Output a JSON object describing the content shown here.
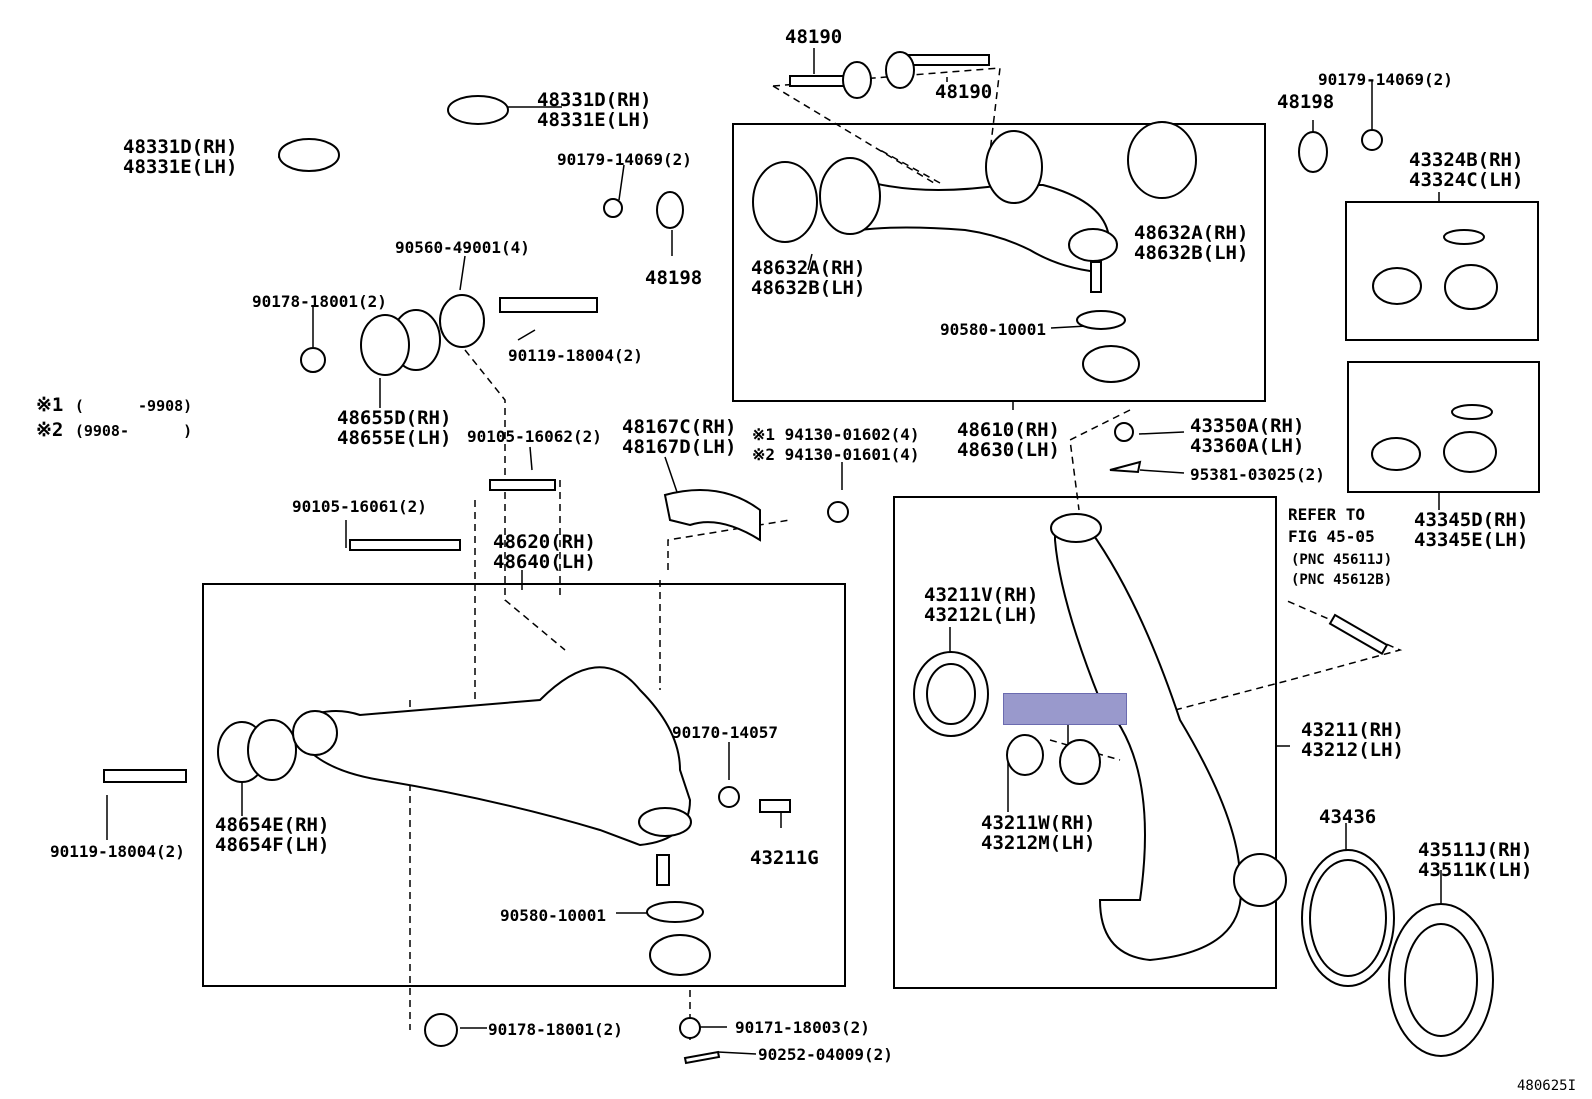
{
  "diagram_id": "480625I",
  "legend": {
    "row1": {
      "mark": "※1",
      "range": "(      -9908)"
    },
    "row2": {
      "mark": "※2",
      "range": "(9908-      )"
    }
  },
  "parts": {
    "p48190_top": "48190",
    "p48190_right": "48190",
    "p48331_top": [
      "48331D(RH)",
      "48331E(LH)"
    ],
    "p48331_left": [
      "48331D(RH)",
      "48331E(LH)"
    ],
    "p90179_mid": "90179-14069(2)",
    "p48198_mid": "48198",
    "p90560": "90560-49001(4)",
    "p90178_top": "90178-18001(2)",
    "p90119_top": "90119-18004(2)",
    "p48655": [
      "48655D(RH)",
      "48655E(LH)"
    ],
    "p90105_62": "90105-16062(2)",
    "p90105_61": "90105-16061(2)",
    "p48167": [
      "48167C(RH)",
      "48167D(LH)"
    ],
    "p94130": [
      "※1 94130-01602(4)",
      "※2 94130-01601(4)"
    ],
    "p48620": [
      "48620(RH)",
      "48640(LH)"
    ],
    "p48632_left": [
      "48632A(RH)",
      "48632B(LH)"
    ],
    "p48632_right": [
      "48632A(RH)",
      "48632B(LH)"
    ],
    "p90580_top": "90580-10001",
    "p48610": [
      "48610(RH)",
      "48630(LH)"
    ],
    "p43350": [
      "43350A(RH)",
      "43360A(LH)"
    ],
    "p95381": "95381-03025(2)",
    "p48198_right": "48198",
    "p90179_right": "90179-14069(2)",
    "p43324": [
      "43324B(RH)",
      "43324C(LH)"
    ],
    "p43345": [
      "43345D(RH)",
      "43345E(LH)"
    ],
    "refer": [
      "REFER TO",
      "FIG 45-05",
      "(PNC 45611J)",
      "(PNC 45612B)"
    ],
    "p43211v": [
      "43211V(RH)",
      "43212L(LH)"
    ],
    "p43211w": [
      "43211W(RH)",
      "43212M(LH)"
    ],
    "p43211": [
      "43211(RH)",
      "43212(LH)"
    ],
    "p43436": "43436",
    "p43511": [
      "43511J(RH)",
      "43511K(LH)"
    ],
    "p90170": "90170-14057",
    "p43211g": "43211G",
    "p48654": [
      "48654E(RH)",
      "48654F(LH)"
    ],
    "p90119_left": "90119-18004(2)",
    "p90580_bottom": "90580-10001",
    "p90178_bottom": "90178-18001(2)",
    "p90171": "90171-18003(2)",
    "p90252": "90252-04009(2)"
  },
  "colors": {
    "line": "#000000",
    "highlight": "#9999cc",
    "background": "#ffffff"
  }
}
